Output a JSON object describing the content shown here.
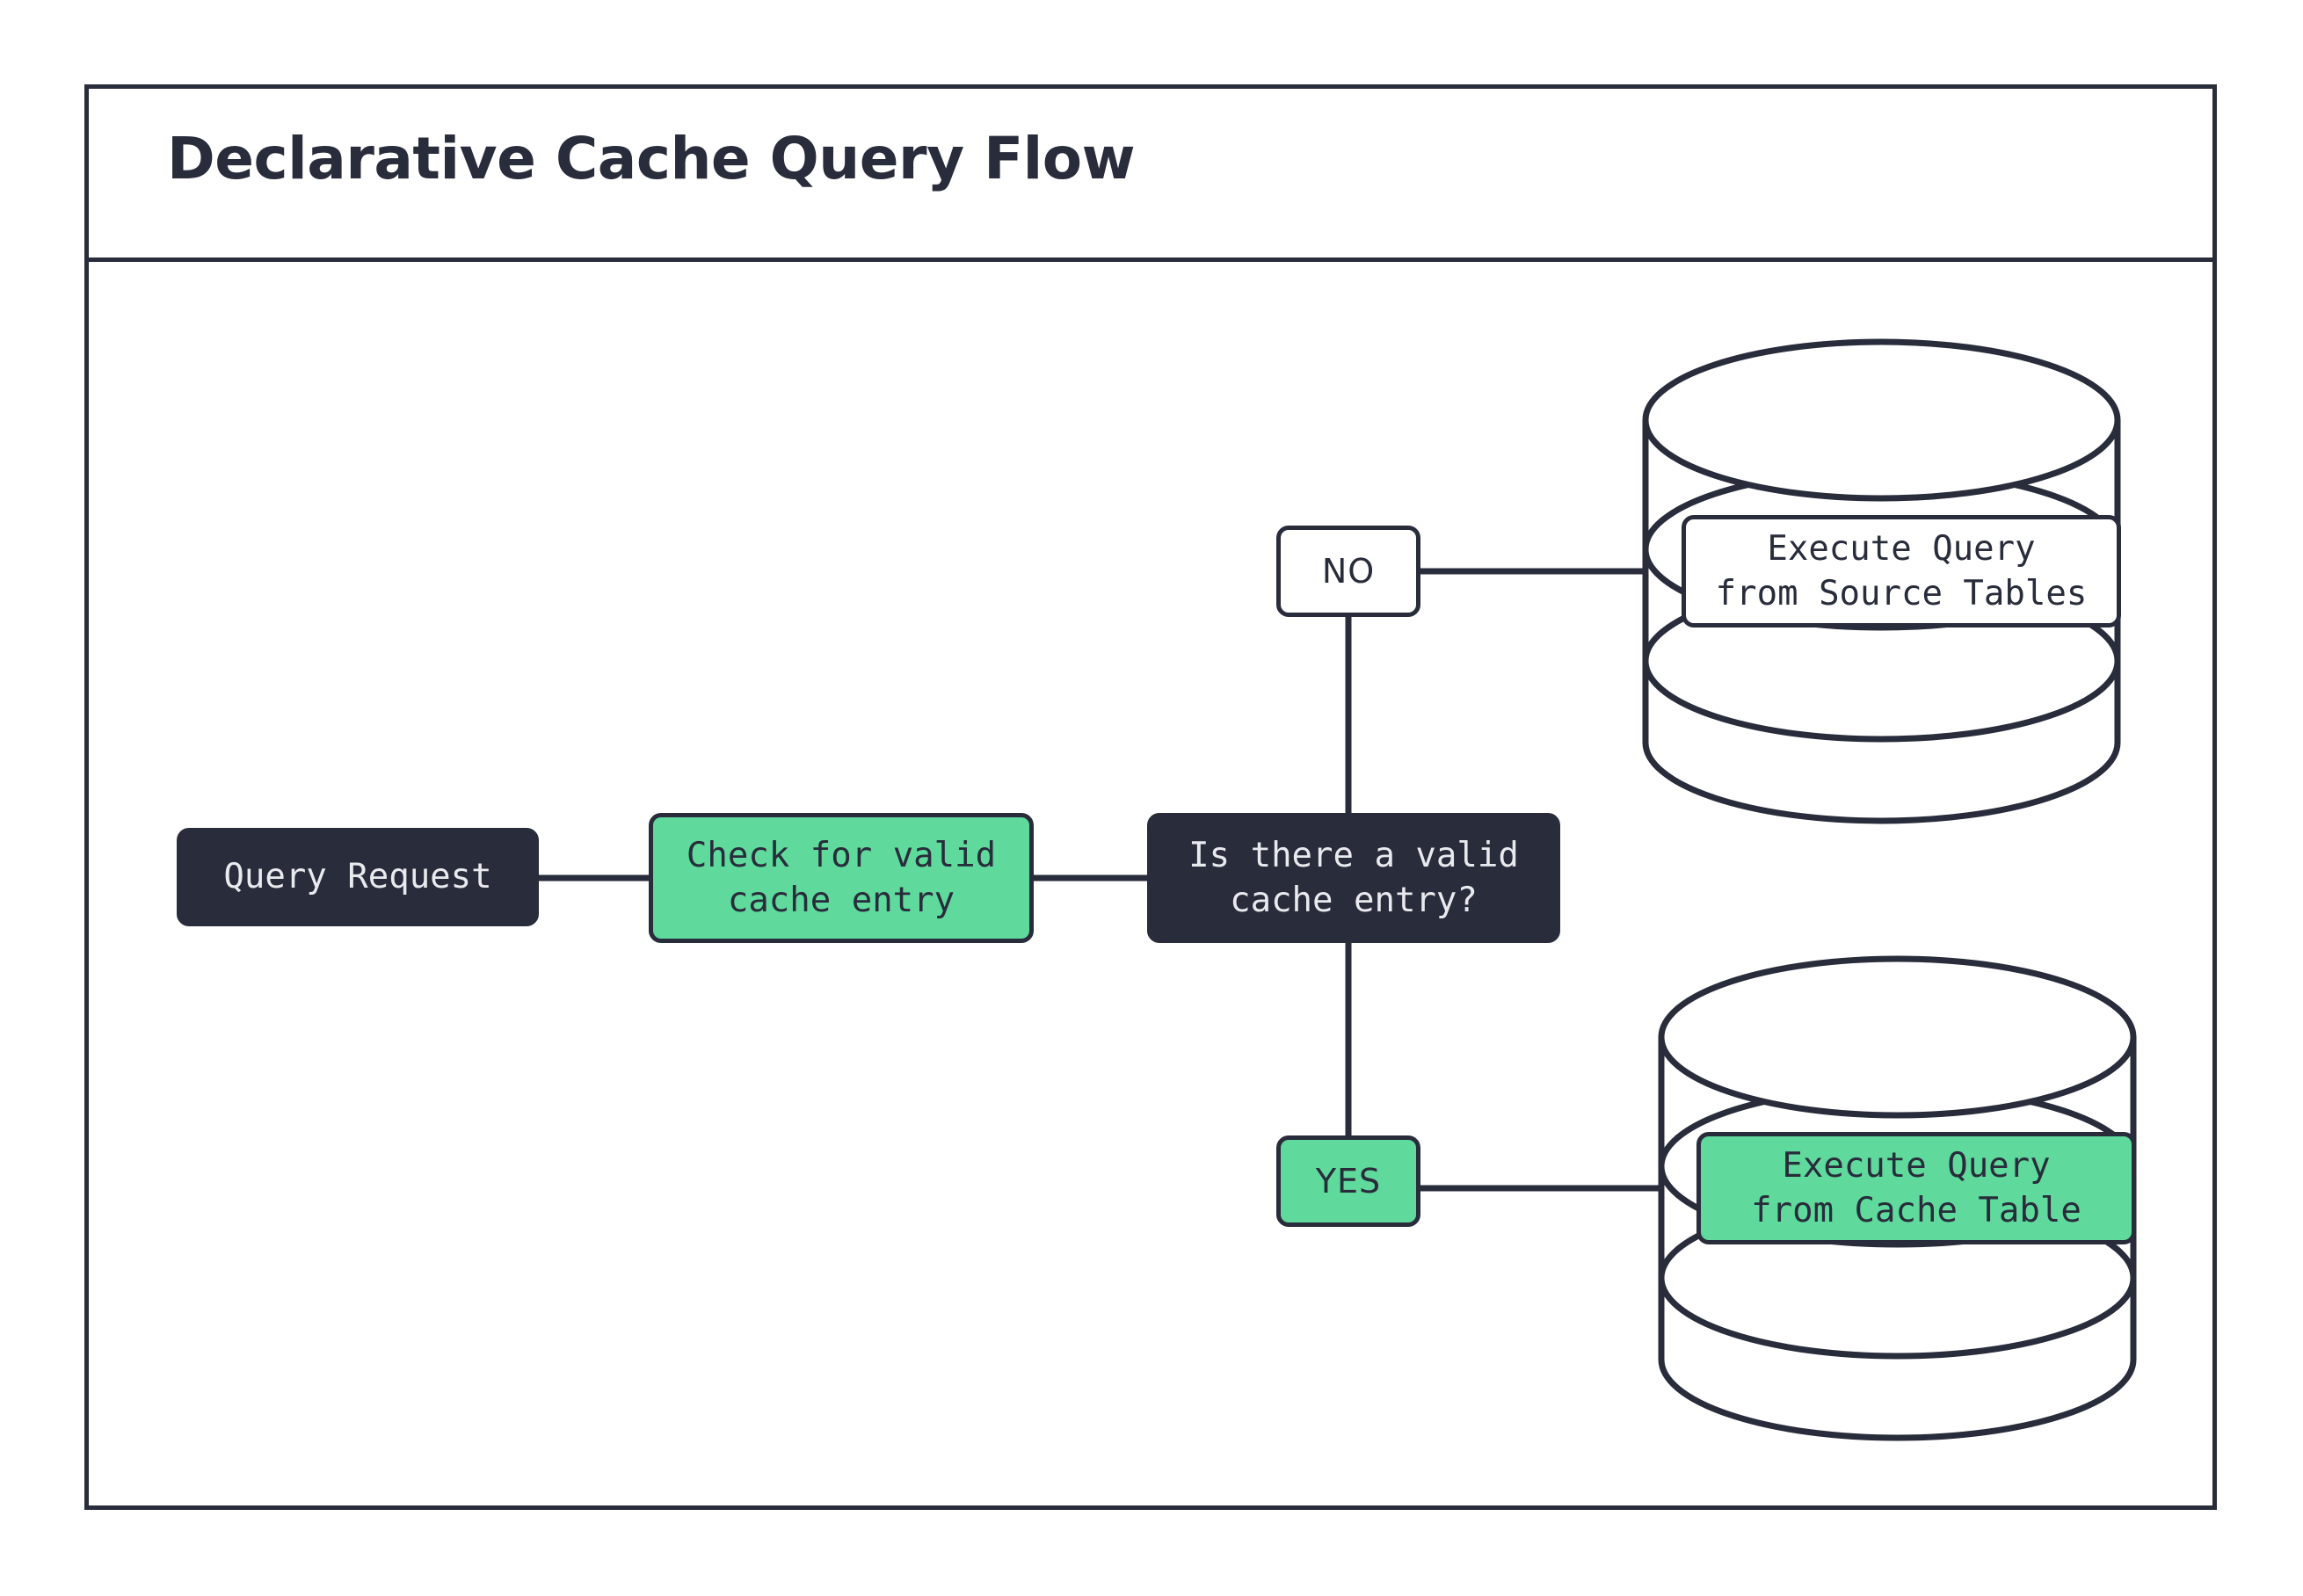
{
  "diagram": {
    "title": "Declarative Cache Query Flow",
    "type": "flowchart",
    "colors": {
      "ink": "#282C3B",
      "accent_green": "#5FD99C",
      "surface": "#FFFFFF",
      "dark_fill": "#282C3B",
      "dark_text": "#E9EAEE"
    },
    "nodes": [
      {
        "id": "query-request",
        "label": "Query Request",
        "shape": "rounded-rect",
        "style": "dark"
      },
      {
        "id": "check-cache",
        "label": "Check for valid\ncache entry",
        "shape": "rounded-rect",
        "style": "green"
      },
      {
        "id": "decision",
        "label": "Is there a valid\ncache entry?",
        "shape": "rounded-rect",
        "style": "dark"
      },
      {
        "id": "source-db",
        "label": "Execute Query\nfrom Source Tables",
        "shape": "cylinder-label",
        "style": "white"
      },
      {
        "id": "cache-db",
        "label": "Execute Query\nfrom Cache Table",
        "shape": "cylinder-label",
        "style": "green"
      }
    ],
    "branch_labels": [
      {
        "id": "no",
        "label": "NO",
        "style": "white"
      },
      {
        "id": "yes",
        "label": "YES",
        "style": "green"
      }
    ],
    "edges": [
      {
        "from": "query-request",
        "to": "check-cache",
        "label": ""
      },
      {
        "from": "check-cache",
        "to": "decision",
        "label": ""
      },
      {
        "from": "decision",
        "to": "source-db",
        "label": "NO"
      },
      {
        "from": "decision",
        "to": "cache-db",
        "label": "YES"
      }
    ],
    "databases": [
      {
        "id": "source-db-cylinder",
        "name": "source-tables-database"
      },
      {
        "id": "cache-db-cylinder",
        "name": "cache-table-database"
      }
    ]
  }
}
